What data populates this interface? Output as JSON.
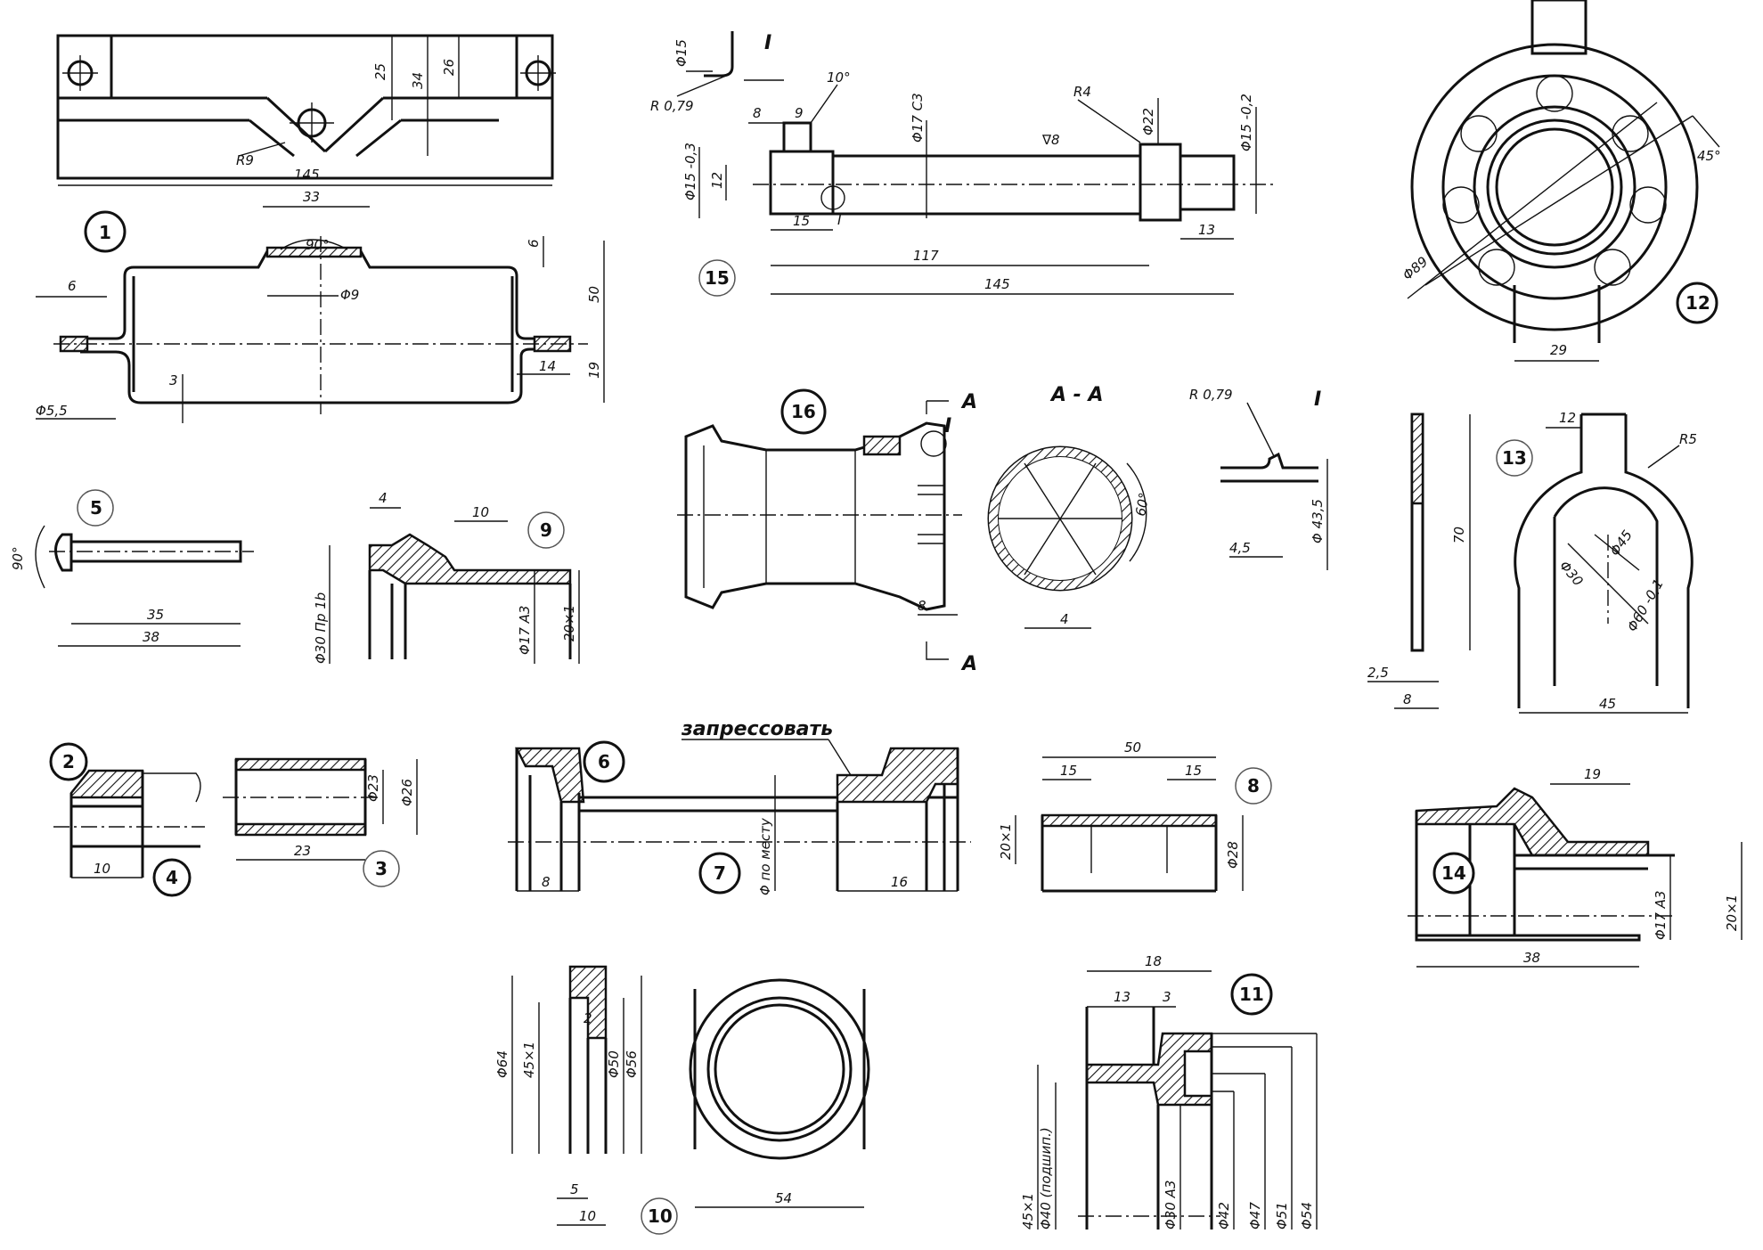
{
  "parts": {
    "p1": "1",
    "p2": "2",
    "p3": "3",
    "p4": "4",
    "p5": "5",
    "p6": "6",
    "p7": "7",
    "p8": "8",
    "p9": "9",
    "p10": "10",
    "p11": "11",
    "p12": "12",
    "p13": "13",
    "p14": "14",
    "p15": "15",
    "p16": "16"
  },
  "part1": {
    "d_145": "145",
    "d_25": "25",
    "d_34": "34",
    "d_26": "26",
    "d_r9": "R9",
    "d_33": "33",
    "d_90": "90°",
    "d_6a": "6",
    "d_phi9": "Φ9",
    "d_50": "50",
    "d_6b": "6",
    "d_19": "19",
    "d_14": "14",
    "d_3": "3",
    "d_phi55": "Φ5,5"
  },
  "part15": {
    "d_phi15": "Φ15",
    "d_r079": "R 0,79",
    "d_roman": "I",
    "d_8": "8",
    "d_9": "9",
    "d_10deg": "10°",
    "d_phi17c3": "Φ17 C3",
    "d_r4": "R4",
    "d_v8": "∇8",
    "d_phi22": "Φ22",
    "d_phi15b": "Φ15 -0,2",
    "d_phi15c": "Φ15 -0,3",
    "d_12": "12",
    "d_15": "15",
    "d_117": "117",
    "d_145": "145",
    "d_13": "13",
    "d_I2": "I"
  },
  "part12": {
    "d_45": "45°",
    "d_phi89": "Φ89",
    "d_29": "29"
  },
  "part16": {
    "d_cutA1": "A",
    "d_cutA2": "A",
    "d_I": "I",
    "d_8": "8",
    "d_aa": "A - A",
    "d_60": "60°",
    "d_4": "4",
    "d_r079": "R 0,79",
    "d_I2": "I",
    "d_45": "4,5",
    "d_phi435": "Φ 43,5"
  },
  "part13": {
    "d_12": "12",
    "d_r5": "R5",
    "d_70": "70",
    "d_phi30": "Φ30",
    "d_phi45": "Φ45",
    "d_phi60": "Φ60 -0,1",
    "d_25": "2,5",
    "d_8": "8",
    "d_45": "45"
  },
  "part5": {
    "d_90": "90°",
    "d_35": "35",
    "d_38": "38"
  },
  "part9": {
    "d_4": "4",
    "d_10": "10",
    "d_phi30": "Φ30 Пр 1b",
    "d_phi17": "Φ17 A3",
    "d_20x1": "20×1"
  },
  "part3": {
    "d_23": "23",
    "d_phi23": "Φ23",
    "d_phi26": "Φ26"
  },
  "part4": {
    "d_10": "10"
  },
  "part6": {
    "label": "запрессовать",
    "d_8": "8",
    "d_16": "16",
    "d_place": "Φ по месту"
  },
  "part8": {
    "d_50": "50",
    "d_15a": "15",
    "d_15b": "15",
    "d_20x1": "20×1",
    "d_phi28": "Φ28"
  },
  "part14": {
    "d_19": "19",
    "d_38": "38",
    "d_phi17": "Φ17 A3",
    "d_20x1": "20×1"
  },
  "part10": {
    "d_phi64": "Φ64",
    "d_45x1": "45×1",
    "d_2": "2",
    "d_phi50": "Φ50",
    "d_phi56": "Φ56",
    "d_5": "5",
    "d_10": "10",
    "d_54": "54"
  },
  "part11": {
    "d_18": "18",
    "d_13": "13",
    "d_3": "3",
    "d_45x1": "45×1",
    "d_phi40": "Φ40 (подшип.)",
    "d_phi30": "Φ30 A3",
    "d_phi42": "Φ42",
    "d_phi47": "Φ47",
    "d_phi51": "Φ51",
    "d_phi54": "Φ54"
  }
}
